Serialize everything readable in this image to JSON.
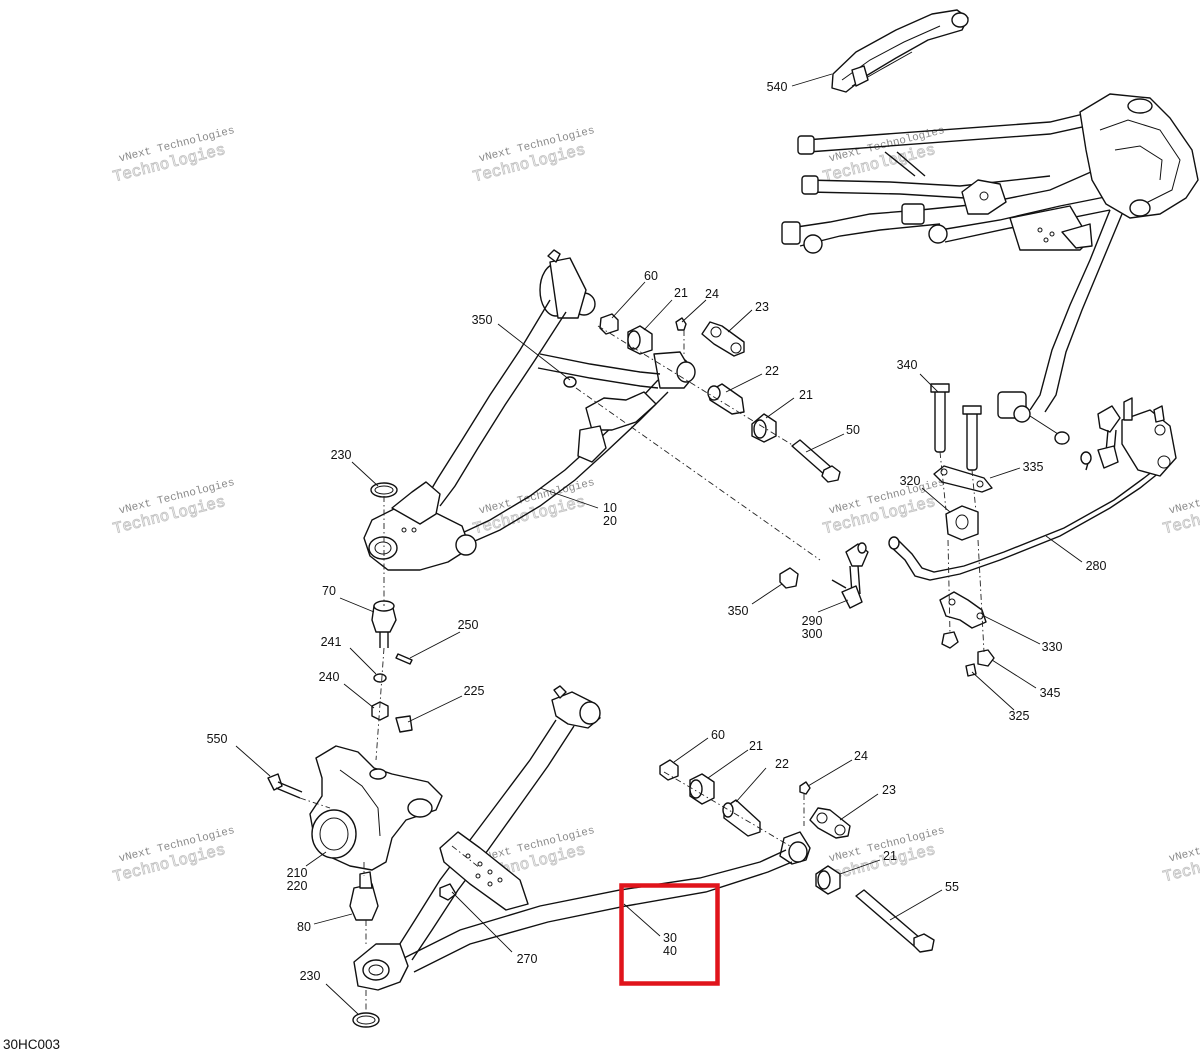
{
  "diagram": {
    "drawing_code": "30HC003",
    "watermark": {
      "line1": "vNext Technologies",
      "line2": "Technologies"
    },
    "highlight_color": "#e0141b",
    "callouts": [
      {
        "id": "c540",
        "label": "540"
      },
      {
        "id": "c60a",
        "label": "60"
      },
      {
        "id": "c21a",
        "label": "21"
      },
      {
        "id": "c24a",
        "label": "24"
      },
      {
        "id": "c23a",
        "label": "23"
      },
      {
        "id": "c350a",
        "label": "350"
      },
      {
        "id": "c22a",
        "label": "22"
      },
      {
        "id": "c21b",
        "label": "21"
      },
      {
        "id": "c50",
        "label": "50"
      },
      {
        "id": "c340",
        "label": "340"
      },
      {
        "id": "c335",
        "label": "335"
      },
      {
        "id": "c320",
        "label": "320"
      },
      {
        "id": "c230a",
        "label": "230"
      },
      {
        "id": "c1020",
        "label": "10\n20"
      },
      {
        "id": "c280",
        "label": "280"
      },
      {
        "id": "c70",
        "label": "70"
      },
      {
        "id": "c350b",
        "label": "350"
      },
      {
        "id": "c290300",
        "label": "290\n300"
      },
      {
        "id": "c241",
        "label": "241"
      },
      {
        "id": "c250",
        "label": "250"
      },
      {
        "id": "c330",
        "label": "330"
      },
      {
        "id": "c240",
        "label": "240"
      },
      {
        "id": "c225",
        "label": "225"
      },
      {
        "id": "c345",
        "label": "345"
      },
      {
        "id": "c325",
        "label": "325"
      },
      {
        "id": "c550",
        "label": "550"
      },
      {
        "id": "c60b",
        "label": "60"
      },
      {
        "id": "c21c",
        "label": "21"
      },
      {
        "id": "c22b",
        "label": "22"
      },
      {
        "id": "c24b",
        "label": "24"
      },
      {
        "id": "c23b",
        "label": "23"
      },
      {
        "id": "c21d",
        "label": "21"
      },
      {
        "id": "c210220",
        "label": "210\n220"
      },
      {
        "id": "c55",
        "label": "55"
      },
      {
        "id": "c80",
        "label": "80"
      },
      {
        "id": "c270",
        "label": "270"
      },
      {
        "id": "c3040",
        "label": "30\n40"
      },
      {
        "id": "c230b",
        "label": "230"
      }
    ]
  }
}
